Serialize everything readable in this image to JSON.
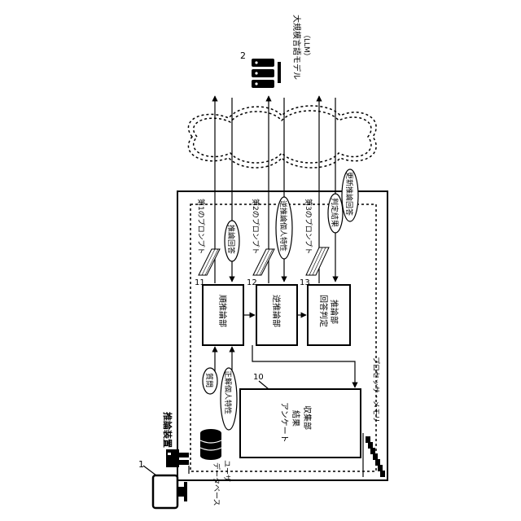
{
  "labels": {
    "user_num": "1",
    "llm_num": "2",
    "llm_name": "大規模言語モデル",
    "llm_abbr": "（LLM）",
    "device": "推論装置",
    "processor_memory": "プロセッサ・メモリ",
    "user_db": "ユーザ",
    "user_db2": "データベース",
    "unit_survey": "アンケート",
    "unit_survey2": "結果",
    "unit_survey3": "収集部",
    "unit_forward": "順推論部",
    "unit_reverse": "逆推論部",
    "unit_judge": "回答判定",
    "unit_judge2": "推論部",
    "num_10": "10",
    "num_11": "11",
    "num_12": "12",
    "num_13": "13",
    "prompt1": "第1のプロンプト",
    "prompt2": "第2のプロンプト",
    "prompt3": "第3のプロンプト",
    "bubble_question": "質問",
    "bubble_correct_attr": "正解個人特性",
    "bubble_inference_answer": "推論回答",
    "bubble_reverse_attr": "逆推論個人特性",
    "bubble_judgement": "判定結果",
    "bubble_updated_answer": "更新推論回答"
  }
}
